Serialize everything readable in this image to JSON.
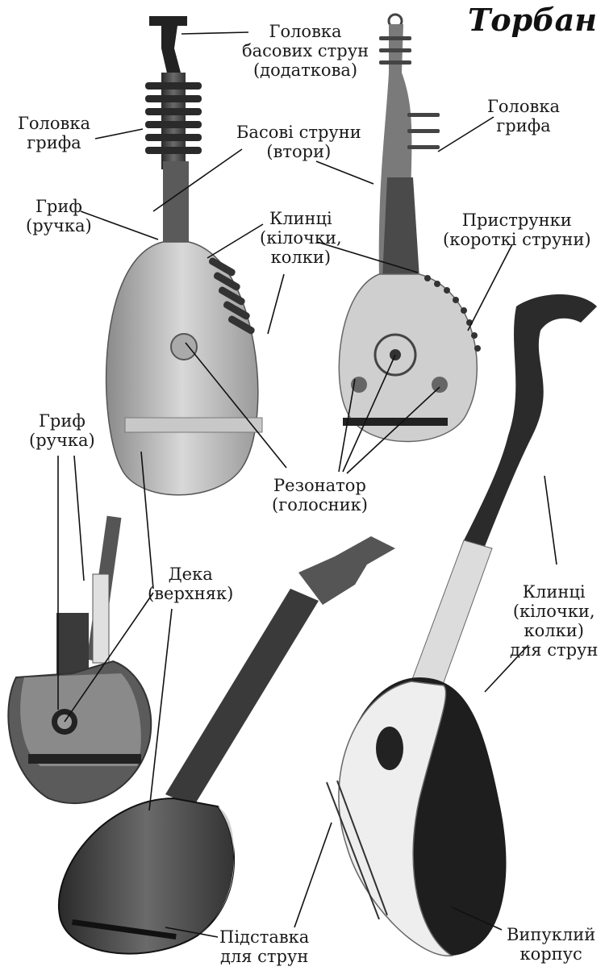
{
  "title": "Торбан",
  "labels": {
    "bass_head": [
      "Головка",
      "басових струн",
      "(додаткова)"
    ],
    "head_left": [
      "Головка",
      "грифа"
    ],
    "head_right": [
      "Головка",
      "грифа"
    ],
    "bass_strings": [
      "Басові струни",
      "(втори)"
    ],
    "neck_top": [
      "Гриф",
      "(ручка)"
    ],
    "pegs_top": [
      "Клинці",
      "(кілочки,",
      "колки)"
    ],
    "short_strings": [
      "Приструнки",
      "(короткі струни)"
    ],
    "neck_left": [
      "Гриф",
      "(ручка)"
    ],
    "soundhole": [
      "Резонатор",
      "(голосник)"
    ],
    "soundboard": [
      "Дека",
      "(верхняк)"
    ],
    "pegs_right": [
      "Клинці",
      "(кілочки,",
      "колки)",
      "для струн"
    ],
    "bridge": [
      "Підставка",
      "для струн"
    ],
    "body": [
      "Випуклий",
      "корпус"
    ]
  }
}
